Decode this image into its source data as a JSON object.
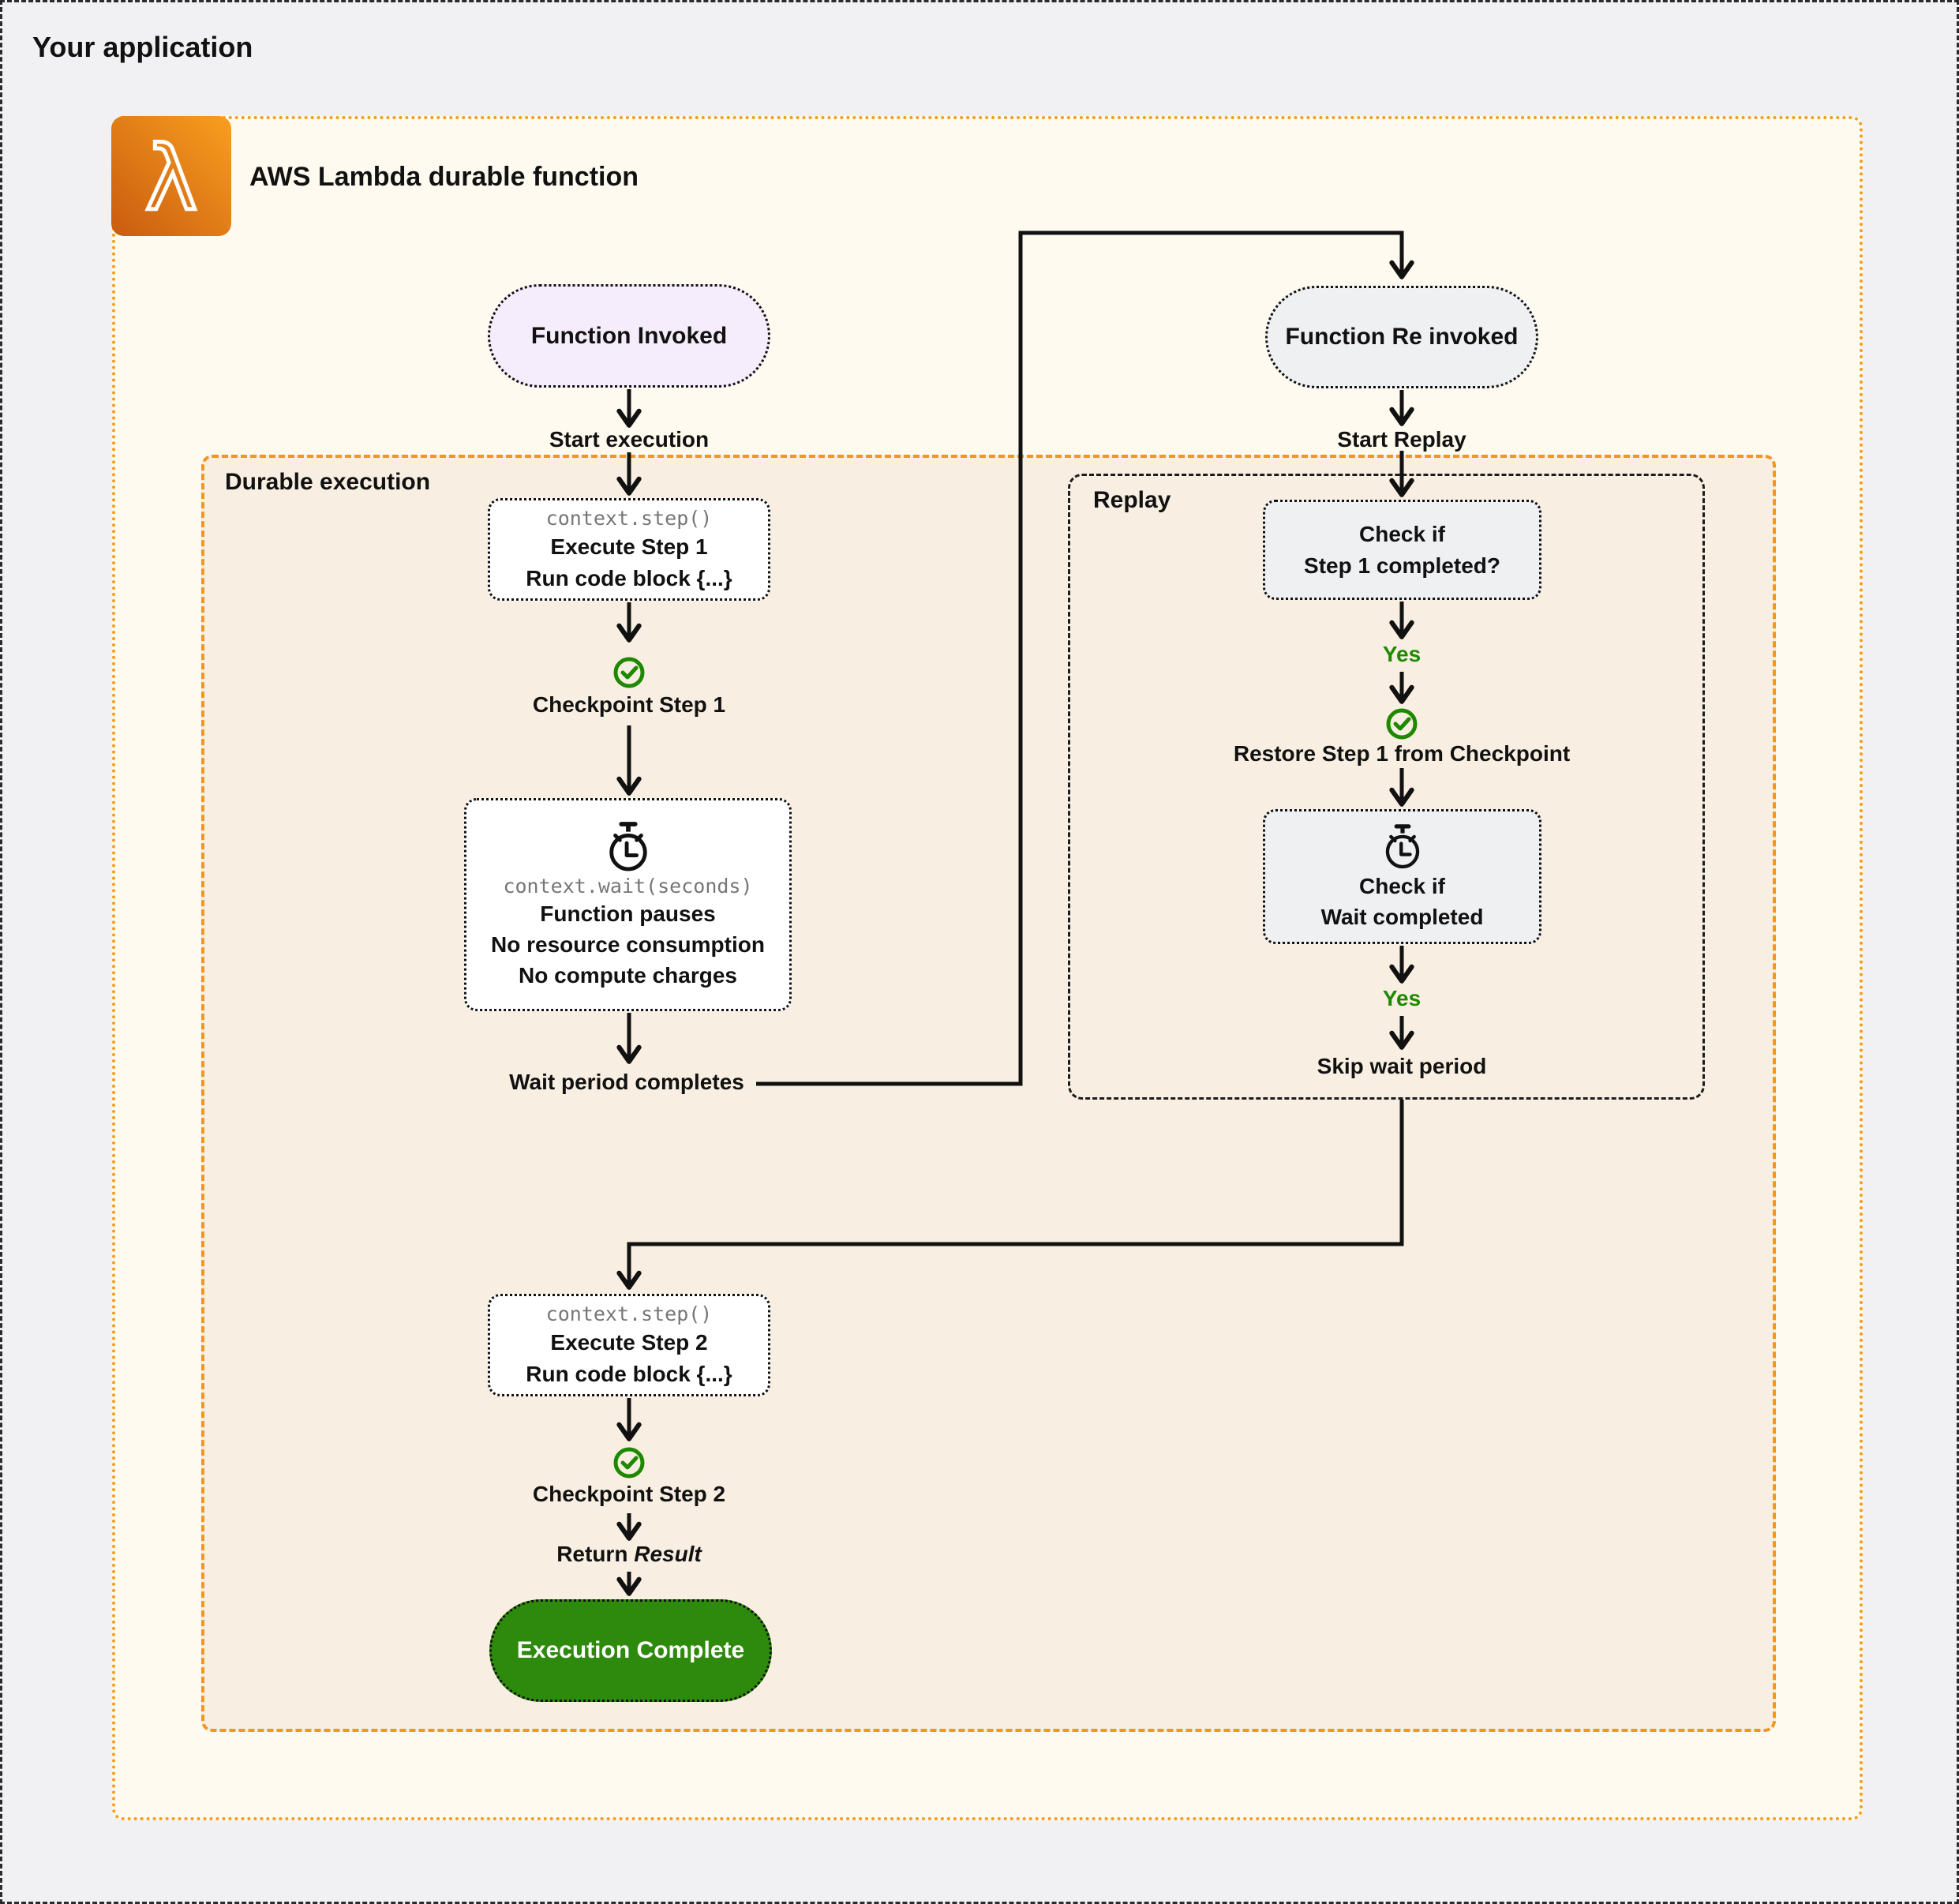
{
  "window": {
    "title": "Your application"
  },
  "header": {
    "title": "AWS Lambda durable function"
  },
  "sections": {
    "durable_label": "Durable execution",
    "replay_label": "Replay"
  },
  "flow": {
    "function_invoked": "Function Invoked",
    "start_execution": "Start execution",
    "step1": {
      "code": "context.step()",
      "line1": "Execute Step 1",
      "line2": "Run code block {...}"
    },
    "checkpoint_step1": "Checkpoint Step 1",
    "wait": {
      "code": "context.wait(seconds)",
      "line1": "Function pauses",
      "line2": "No resource consumption",
      "line3": "No compute charges"
    },
    "wait_period_completes": "Wait period completes",
    "function_reinvoked": "Function Re invoked",
    "start_replay": "Start Replay",
    "check_step1": {
      "line1": "Check if",
      "line2": "Step 1 completed?"
    },
    "yes1": "Yes",
    "restore_step1": "Restore Step 1 from Checkpoint",
    "check_wait": {
      "line1": "Check if",
      "line2": "Wait completed"
    },
    "yes2": "Yes",
    "skip_wait": "Skip wait period",
    "step2": {
      "code": "context.step()",
      "line1": "Execute Step 2",
      "line2": "Run code block {...}"
    },
    "checkpoint_step2": "Checkpoint Step 2",
    "return_result": {
      "bold": "Return",
      "italic": "Result"
    },
    "execution_complete": "Execution Complete"
  },
  "icons": {
    "lambda": "aws-lambda-logo",
    "checkpoint": "check-circle",
    "timer": "stopwatch"
  },
  "colors": {
    "outer_bg": "#F1F1F3",
    "cream_bg": "#FFFAEF",
    "durable_bg": "#F8EFE2",
    "orange_border": "#EF9722",
    "node_gray": "#EFF0F2",
    "node_purple": "#F5EDFB",
    "success_green": "#2E8A0C",
    "accent_green": "#1E8900",
    "code_gray": "#767676",
    "line_black": "#111111"
  }
}
